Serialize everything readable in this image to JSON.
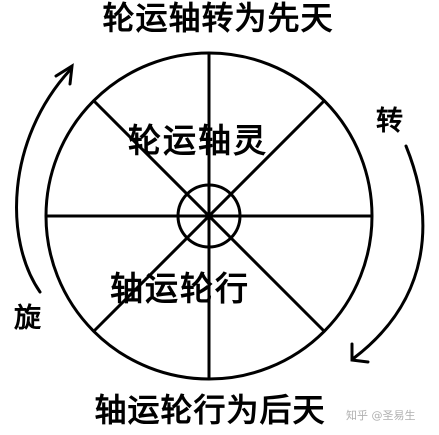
{
  "diagram": {
    "title_top": "轮运轴转为先天",
    "title_bottom": "轴运轮行为后天",
    "upper_label": "轮运轴灵",
    "lower_label": "轴运轮行",
    "side_label_left": "旋",
    "side_label_right": "转",
    "watermark": "知乎 @圣易生"
  },
  "icons": [
    "wheel-diagram",
    "curved-arrow-up-icon",
    "curved-arrow-down-icon"
  ]
}
